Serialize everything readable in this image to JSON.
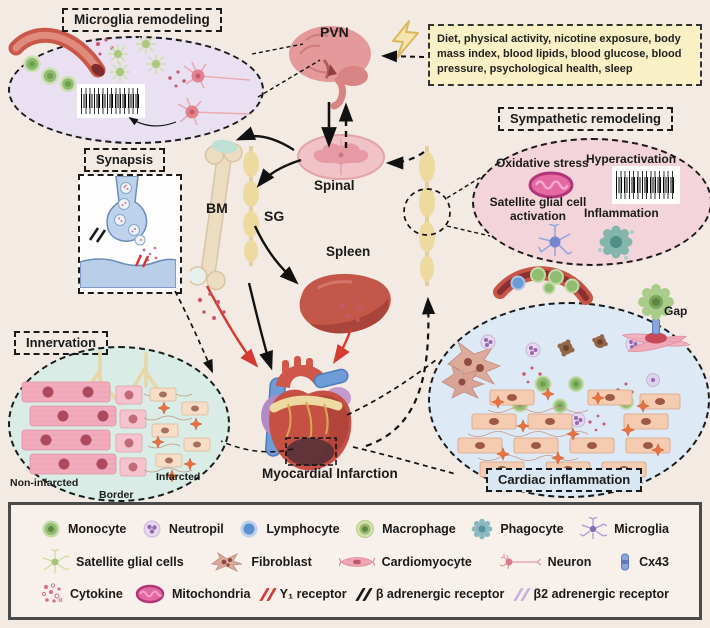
{
  "page": {
    "background": "#f3eae3"
  },
  "callouts": {
    "microglia": {
      "title": "Microglia remodeling"
    },
    "synapse": {
      "title": "Synapsis"
    },
    "sympathetic": {
      "title": "Sympathetic remodeling",
      "oxidative": "Oxidative stress",
      "hyperactivation": "Hyperactivation",
      "satellite": "Satellite glial cell activation",
      "inflammation": "Inflammation"
    },
    "innervation": {
      "title": "Innervation",
      "non_infarcted": "Non-infarcted",
      "border": "Border",
      "infarcted": "Infarcted"
    },
    "cardiac": {
      "title": "Cardiac inflammation",
      "gap": "Gap"
    }
  },
  "risk_box": {
    "text": "Diet, physical activity, nicotine exposure, body mass index, blood lipids, blood glucose, blood pressure, psychological health, sleep"
  },
  "organs": {
    "pvn": "PVN",
    "spinal": "Spinal",
    "bm": "BM",
    "sg": "SG",
    "spleen": "Spleen",
    "heart": "Myocardial Infarction"
  },
  "legend": {
    "row1": [
      {
        "icon": "monocyte-icon",
        "label": "Monocyte"
      },
      {
        "icon": "neutrophil-icon",
        "label": "Neutropil"
      },
      {
        "icon": "lymphocyte-icon",
        "label": "Lymphocyte"
      },
      {
        "icon": "macrophage-icon",
        "label": "Macrophage"
      },
      {
        "icon": "phagocyte-icon",
        "label": "Phagocyte"
      },
      {
        "icon": "microglia-icon",
        "label": "Microglia"
      }
    ],
    "row2": [
      {
        "icon": "satellite-glial-icon",
        "label": "Satellite glial cells"
      },
      {
        "icon": "fibroblast-icon",
        "label": "Fibroblast"
      },
      {
        "icon": "cardiomyocyte-icon",
        "label": "Cardiomyocyte"
      },
      {
        "icon": "neuron-icon",
        "label": "Neuron"
      },
      {
        "icon": "cx43-icon",
        "label": "Cx43"
      }
    ],
    "row3": [
      {
        "icon": "cytokine-icon",
        "label": "Cytokine"
      },
      {
        "icon": "mitochondria-icon",
        "label": "Mitochondria"
      },
      {
        "icon": "y1-receptor-icon",
        "label": "Y₁ receptor"
      },
      {
        "icon": "beta-adrenergic-icon",
        "label": "β adrenergic receptor"
      },
      {
        "icon": "beta2-adrenergic-icon",
        "label": "β2 adrenergic receptor"
      }
    ]
  },
  "icons": {
    "lightning-bolt-icon": "⚡",
    "ecg-waveform": "noise-band",
    "colors": {
      "monocyte_green": "#8fbc70",
      "vessel_red": "#c65548",
      "cytokine_pink": "#d36f86",
      "mitochondria_pink": "#e568a2",
      "y1_red": "#d93636",
      "beta_black": "#1a1a1a",
      "beta2_purple": "#c6b3dc",
      "oval_lavender": "#e9e1f1",
      "oval_pink": "#f3d4db",
      "oval_mint": "#d9ece5",
      "oval_blue": "#dde9f4",
      "risk_yellow": "#faf0c6"
    }
  }
}
